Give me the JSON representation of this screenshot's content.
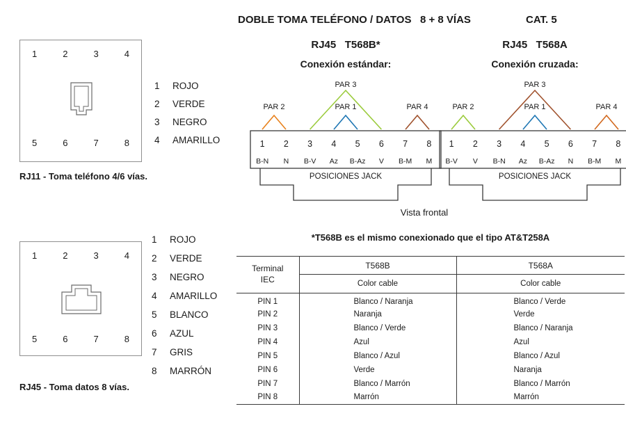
{
  "header": {
    "title": "DOBLE TOMA TELÉFONO / DATOS   8 + 8 VÍAS",
    "cat": "CAT. 5"
  },
  "outlets": {
    "rj11": {
      "pins_top": [
        "1",
        "2",
        "3",
        "4"
      ],
      "pins_bottom": [
        "5",
        "6",
        "7",
        "8"
      ],
      "caption": "RJ11 - Toma teléfono 4/6 vías.",
      "legend": [
        {
          "num": "1",
          "name": "ROJO"
        },
        {
          "num": "2",
          "name": "VERDE"
        },
        {
          "num": "3",
          "name": "NEGRO"
        },
        {
          "num": "4",
          "name": "AMARILLO"
        }
      ]
    },
    "rj45": {
      "pins_top": [
        "1",
        "2",
        "3",
        "4"
      ],
      "pins_bottom": [
        "5",
        "6",
        "7",
        "8"
      ],
      "caption": "RJ45 - Toma datos 8 vías.",
      "legend": [
        {
          "num": "1",
          "name": "ROJO"
        },
        {
          "num": "2",
          "name": "VERDE"
        },
        {
          "num": "3",
          "name": "NEGRO"
        },
        {
          "num": "4",
          "name": "AMARILLO"
        },
        {
          "num": "5",
          "name": "BLANCO"
        },
        {
          "num": "6",
          "name": "AZUL"
        },
        {
          "num": "7",
          "name": "GRIS"
        },
        {
          "num": "8",
          "name": "MARRÓN"
        }
      ]
    }
  },
  "diagrams": {
    "t568b": {
      "heading": "RJ45   T568B*",
      "subheading": "Conexión estándar:",
      "pairs": {
        "par2": {
          "label": "PAR 2",
          "color": "#E8821E"
        },
        "par3": {
          "label": "PAR 3",
          "color": "#9BCB3C"
        },
        "par1": {
          "label": "PAR 1",
          "color": "#1F77B4"
        },
        "par4": {
          "label": "PAR 4",
          "color": "#A0522D"
        }
      },
      "pins": [
        "1",
        "2",
        "3",
        "4",
        "5",
        "6",
        "7",
        "8"
      ],
      "wires": [
        "B-N",
        "N",
        "B-V",
        "Az",
        "B-Az",
        "V",
        "B-M",
        "M"
      ],
      "jack_label": "POSICIONES JACK"
    },
    "t568a": {
      "heading": "RJ45   T568A",
      "subheading": "Conexión cruzada:",
      "pairs": {
        "par2": {
          "label": "PAR 2",
          "color": "#9BCB3C"
        },
        "par3": {
          "label": "PAR 3",
          "color": "#A0522D"
        },
        "par1": {
          "label": "PAR 1",
          "color": "#1F77B4"
        },
        "par4": {
          "label": "PAR 4",
          "color": "#D2691E"
        }
      },
      "pins": [
        "1",
        "2",
        "3",
        "4",
        "5",
        "6",
        "7",
        "8"
      ],
      "wires": [
        "B-V",
        "V",
        "B-N",
        "Az",
        "B-Az",
        "N",
        "B-M",
        "M"
      ],
      "jack_label": "POSICIONES JACK"
    },
    "vista_frontal": "Vista frontal"
  },
  "note": "*T568B es el mismo conexionado que el tipo AT&T258A",
  "table": {
    "terminal_line1": "Terminal",
    "terminal_line2": "IEC",
    "t568b_header": "T568B",
    "t568a_header": "T568A",
    "subheader": "Color cable",
    "rows": [
      {
        "pin": "PIN 1",
        "t568b": "Blanco / Naranja",
        "t568a": "Blanco / Verde"
      },
      {
        "pin": "PIN 2",
        "t568b": "Naranja",
        "t568a": "Verde"
      },
      {
        "pin": "PIN 3",
        "t568b": "Blanco / Verde",
        "t568a": "Blanco / Naranja"
      },
      {
        "pin": "PIN 4",
        "t568b": "Azul",
        "t568a": "Azul"
      },
      {
        "pin": "PIN 5",
        "t568b": "Blanco / Azul",
        "t568a": "Blanco / Azul"
      },
      {
        "pin": "PIN 6",
        "t568b": "Verde",
        "t568a": "Naranja"
      },
      {
        "pin": "PIN 7",
        "t568b": "Blanco / Marrón",
        "t568a": "Blanco / Marrón"
      },
      {
        "pin": "PIN 8",
        "t568b": "Marrón",
        "t568a": "Marrón"
      }
    ]
  }
}
